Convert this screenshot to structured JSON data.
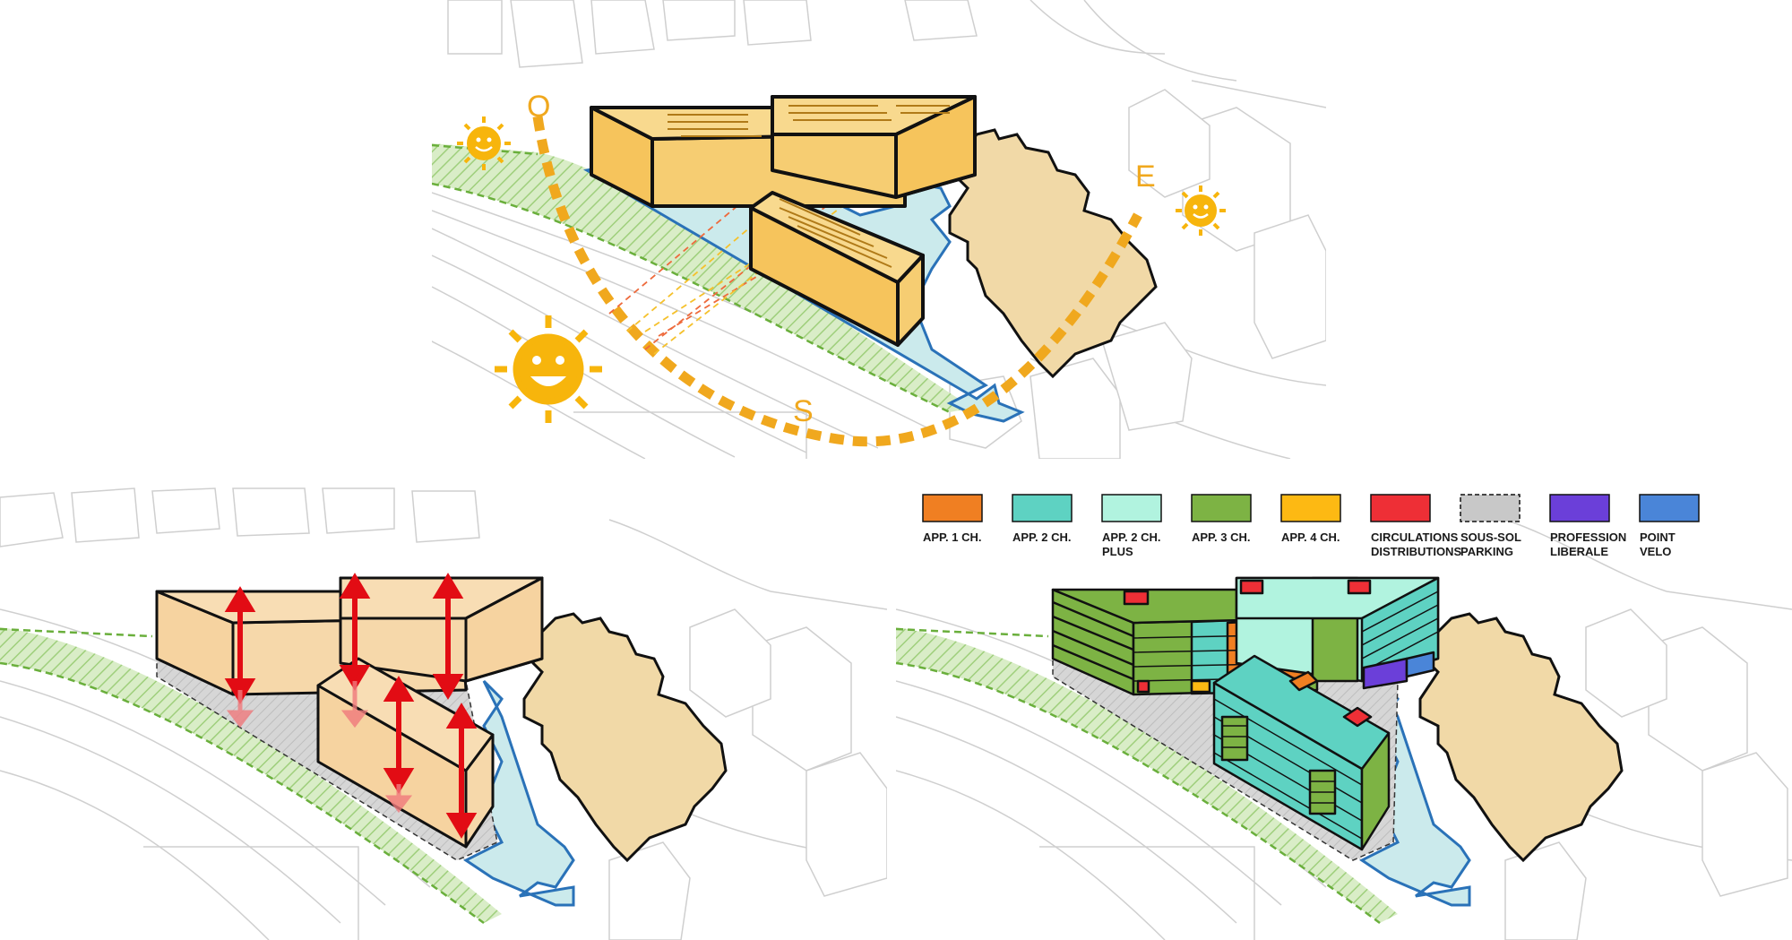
{
  "compass": {
    "west": "O",
    "east": "E",
    "south": "S"
  },
  "legend": {
    "items": [
      {
        "id": "app1",
        "line1": "APP. 1 CH.",
        "line2": "",
        "color": "#f07f22",
        "dashed": false
      },
      {
        "id": "app2",
        "line1": "APP. 2 CH.",
        "line2": "",
        "color": "#5ed2c2",
        "dashed": false
      },
      {
        "id": "app2plus",
        "line1": "APP. 2 CH.",
        "line2": "PLUS",
        "color": "#b1f3df",
        "dashed": false
      },
      {
        "id": "app3",
        "line1": "APP. 3 CH.",
        "line2": "",
        "color": "#7db344",
        "dashed": false
      },
      {
        "id": "app4",
        "line1": "APP. 4 CH.",
        "line2": "",
        "color": "#fdb913",
        "dashed": false
      },
      {
        "id": "circ",
        "line1": "CIRCULATIONS",
        "line2": "DISTRIBUTIONS",
        "color": "#ee2f36",
        "dashed": false
      },
      {
        "id": "parking",
        "line1": "SOUS-SOL",
        "line2": "PARKING",
        "color": "#c8c8c8",
        "dashed": true
      },
      {
        "id": "liberale",
        "line1": "PROFESSION",
        "line2": "LIBERALE",
        "color": "#6b3fd9",
        "dashed": false
      },
      {
        "id": "velo",
        "line1": "POINT",
        "line2": "VELO",
        "color": "#4a85d8",
        "dashed": false
      }
    ]
  },
  "colors": {
    "context_line": "#cfcfcf",
    "green_strip": "#b8dc9a",
    "green_edge": "#6aaf3c",
    "building_yellow": "#f6cd72",
    "building_top": "#f8d98e",
    "neighbor": "#f1d9a7",
    "podium": "#cbeaec",
    "podium_edge": "#2a72b8",
    "sun": "#f7b50c",
    "arc": "#f0a81e",
    "ray_red": "#ee6a3c",
    "ray_yellow": "#f5c12c",
    "arrow": "#e20c14",
    "outline": "#111111"
  }
}
